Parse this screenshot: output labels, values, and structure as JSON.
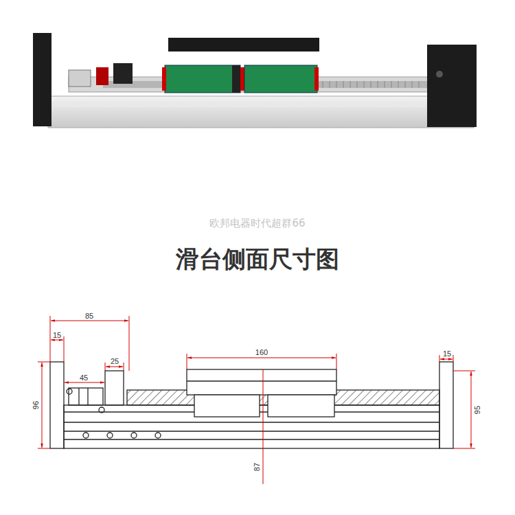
{
  "diagram": {
    "title": "滑台侧面尺寸图",
    "labels": [
      "欧邦电器时代超群66",
      "85",
      "15",
      "25",
      "45",
      "160",
      "15",
      "96",
      "95",
      "87"
    ]
  }
}
